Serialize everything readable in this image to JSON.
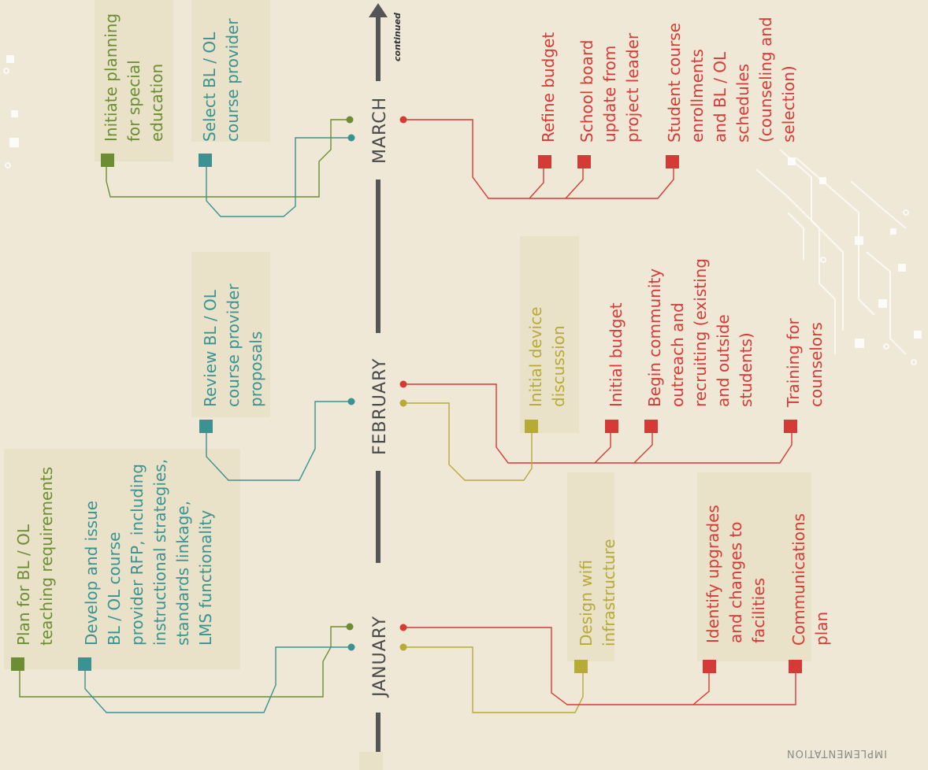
{
  "colors": {
    "background": "#efe8d6",
    "highlight": "#e8e1c7",
    "axis": "#555555",
    "teaching": "#6b8e33",
    "course_provider": "#3a9391",
    "device": "#b6ab37",
    "operations": "#d63a36",
    "footer": "#8b8a85"
  },
  "timeline": {
    "months": [
      "JANUARY",
      "FEBRUARY",
      "MARCH"
    ],
    "continued_label": "continued"
  },
  "footer_label": "IMPLEMENTATION",
  "tasks": [
    {
      "id": "t1",
      "month": "JANUARY",
      "track": "teaching",
      "icon": "green-square-marker-icon",
      "text": "Plan for BL / OL\nteaching requirements"
    },
    {
      "id": "t2",
      "month": "JANUARY",
      "track": "course_provider",
      "icon": "teal-square-marker-icon",
      "text": "Develop and issue\nBL / OL course\nprovider RFP, including\ninstructional strategies,\nstandards linkage,\nLMS functionality"
    },
    {
      "id": "t3",
      "month": "JANUARY",
      "track": "device",
      "icon": "olive-square-marker-icon",
      "text": "Design wifi\ninfrastructure"
    },
    {
      "id": "t4",
      "month": "JANUARY",
      "track": "operations",
      "icon": "red-square-marker-icon",
      "text": "Identify upgrades\nand changes to\nfacilities"
    },
    {
      "id": "t5",
      "month": "JANUARY",
      "track": "operations",
      "icon": "red-square-marker-icon",
      "text": "Communications\nplan"
    },
    {
      "id": "t6",
      "month": "FEBRUARY",
      "track": "course_provider",
      "icon": "teal-square-marker-icon",
      "text": "Review BL / OL\ncourse provider\nproposals"
    },
    {
      "id": "t7",
      "month": "FEBRUARY",
      "track": "device",
      "icon": "olive-square-marker-icon",
      "text": "Initial device\ndiscussion"
    },
    {
      "id": "t8",
      "month": "FEBRUARY",
      "track": "operations",
      "icon": "red-square-marker-icon",
      "text": "Initial budget"
    },
    {
      "id": "t9",
      "month": "FEBRUARY",
      "track": "operations",
      "icon": "red-square-marker-icon",
      "text": "Begin community\noutreach and\nrecruiting (existing\nand outside\nstudents)"
    },
    {
      "id": "t10",
      "month": "FEBRUARY",
      "track": "operations",
      "icon": "red-square-marker-icon",
      "text": "Training for\ncounselors"
    },
    {
      "id": "t11",
      "month": "MARCH",
      "track": "teaching",
      "icon": "green-square-marker-icon",
      "text": "Initiate planning\nfor special\neducation"
    },
    {
      "id": "t12",
      "month": "MARCH",
      "track": "course_provider",
      "icon": "teal-square-marker-icon",
      "text": "Select BL / OL\ncourse provider"
    },
    {
      "id": "t13",
      "month": "MARCH",
      "track": "operations",
      "icon": "red-square-marker-icon",
      "text": "Refine budget"
    },
    {
      "id": "t14",
      "month": "MARCH",
      "track": "operations",
      "icon": "red-square-marker-icon",
      "text": "School board\nupdate from\nproject leader"
    },
    {
      "id": "t15",
      "month": "MARCH",
      "track": "operations",
      "icon": "red-square-marker-icon",
      "text": "Student course\nenrollments\nand BL / OL\nschedules\n(counseling and\nselection)"
    }
  ]
}
